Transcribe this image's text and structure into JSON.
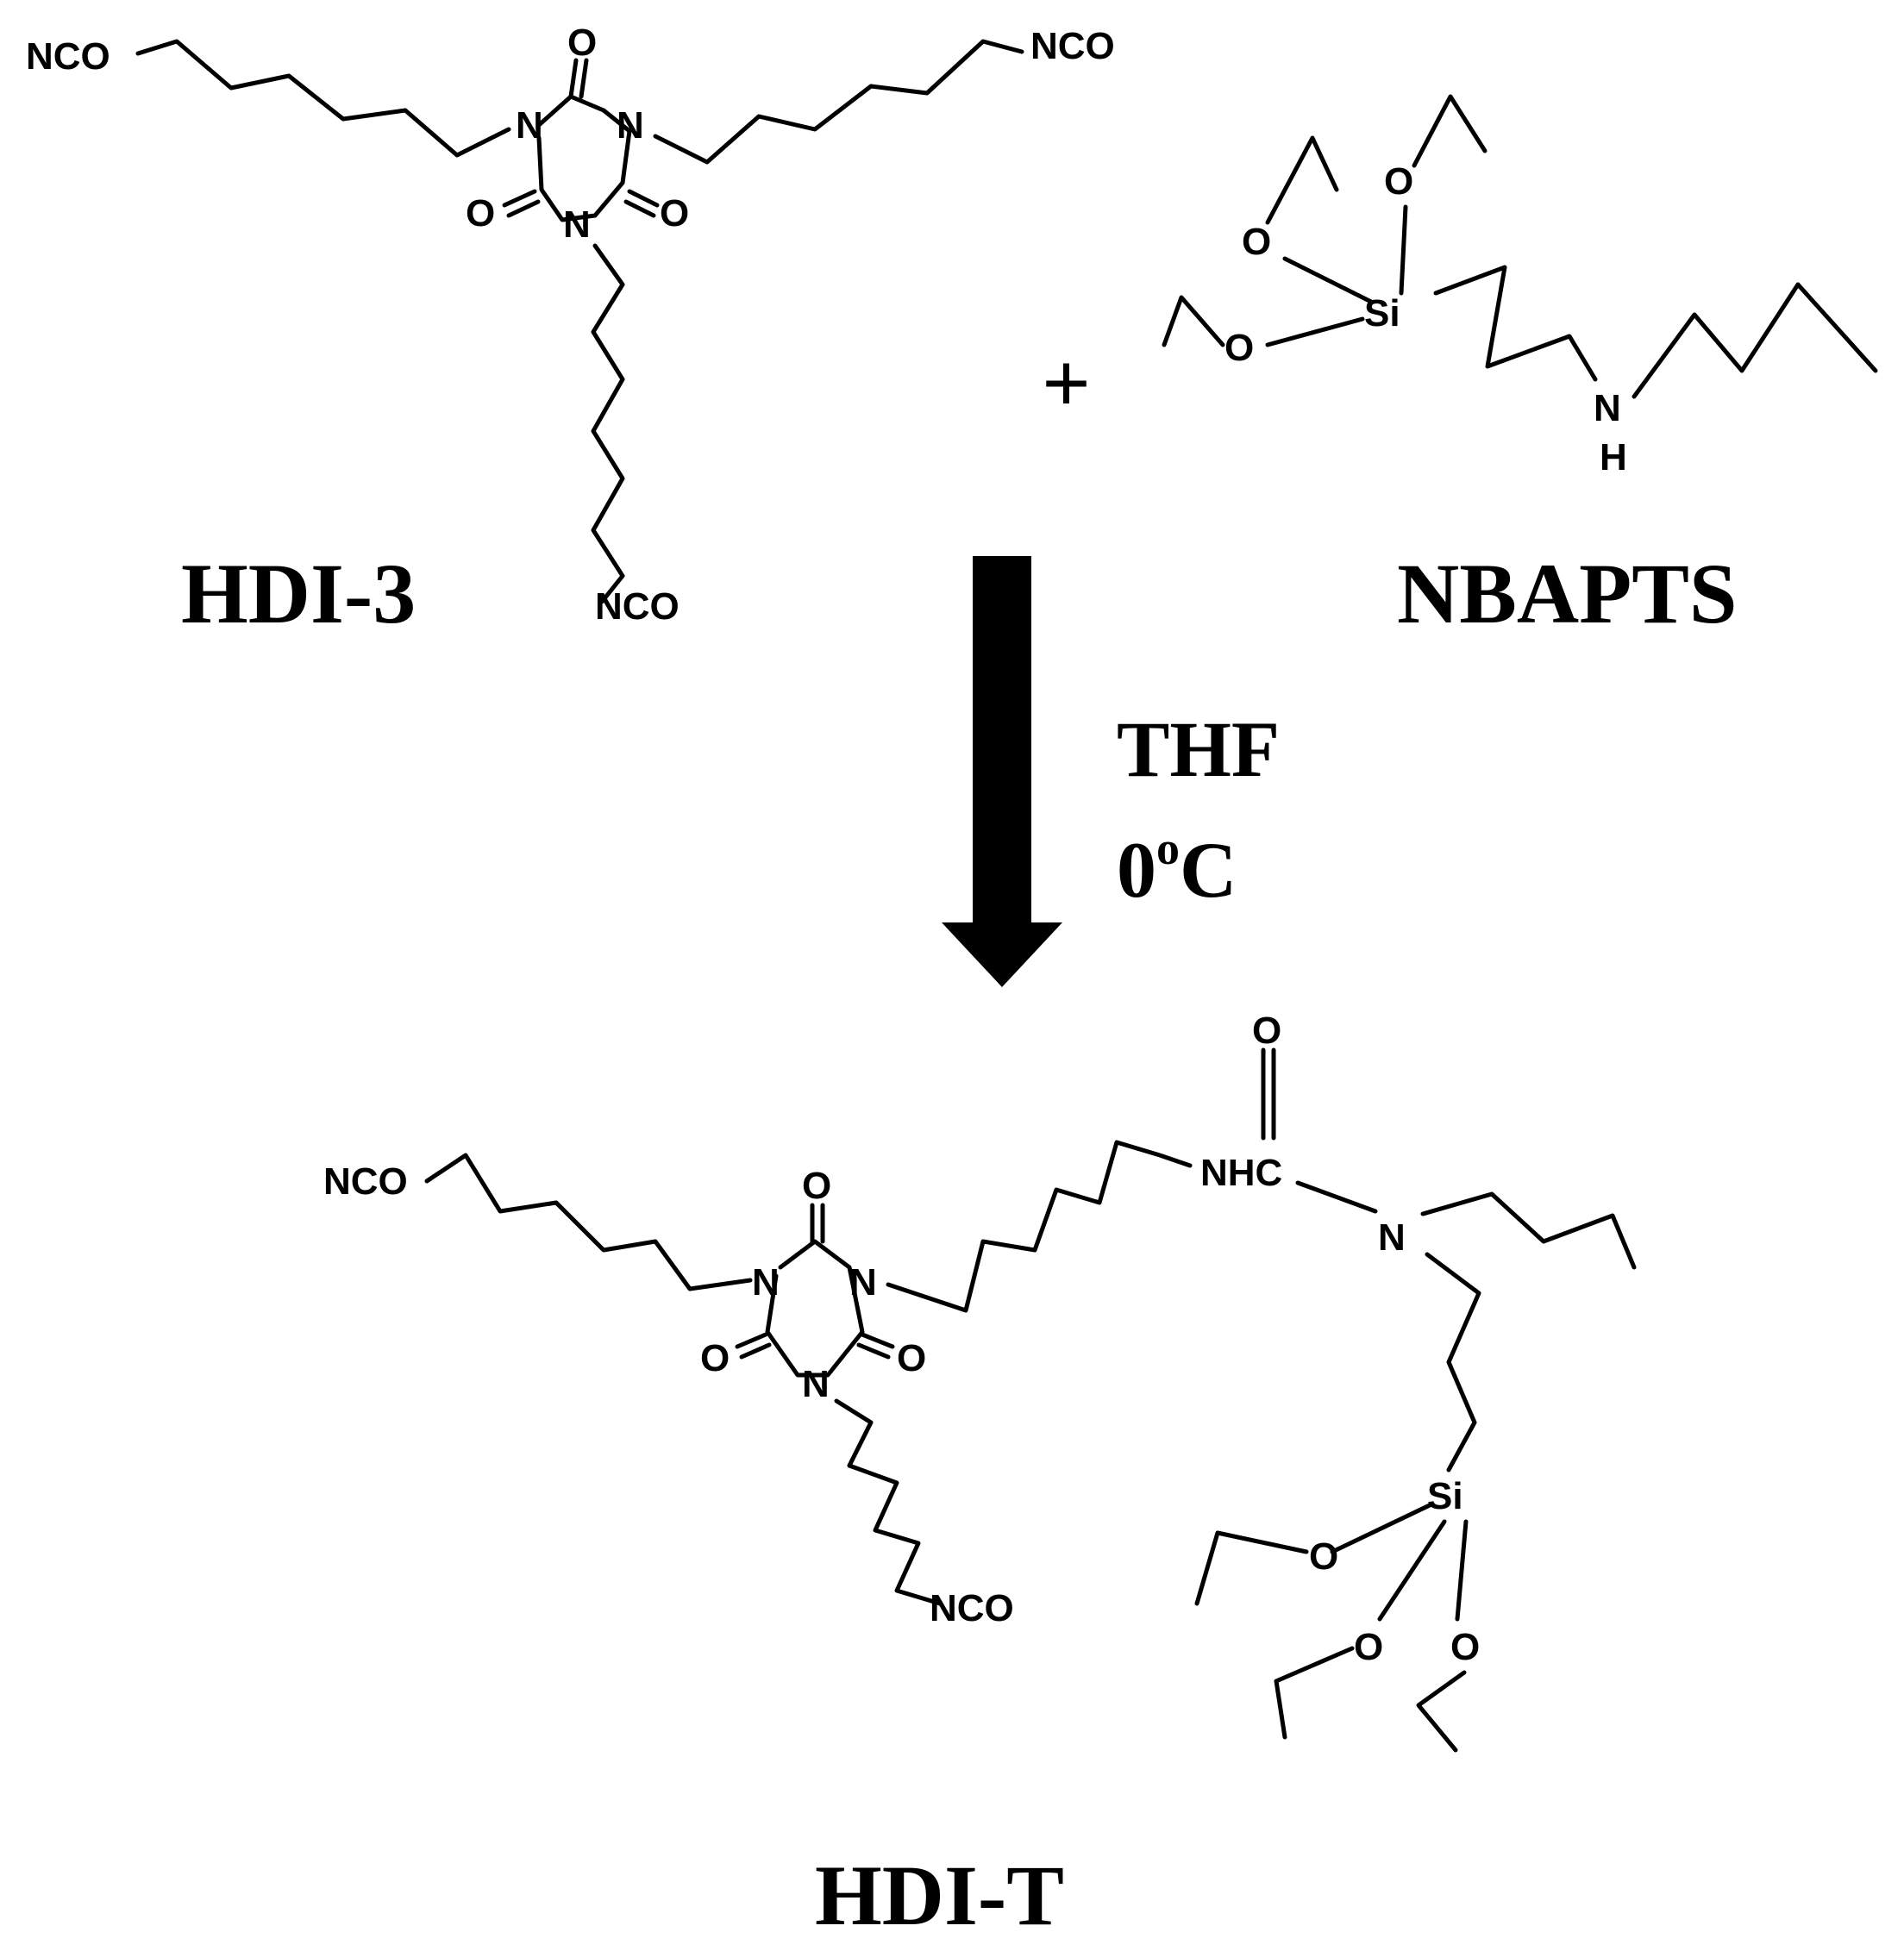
{
  "labels": {
    "hdi3": "HDI-3",
    "nbapts": "NBAPTS",
    "product": "HDI-T",
    "solvent": "THF",
    "temperature_value": "0",
    "temperature_sup": "o",
    "temperature_unit": "C",
    "plus": "+"
  },
  "atoms": {
    "nco": "NCO",
    "n": "N",
    "o": "O",
    "si": "Si",
    "h": "H",
    "nhc": "NHC"
  }
}
